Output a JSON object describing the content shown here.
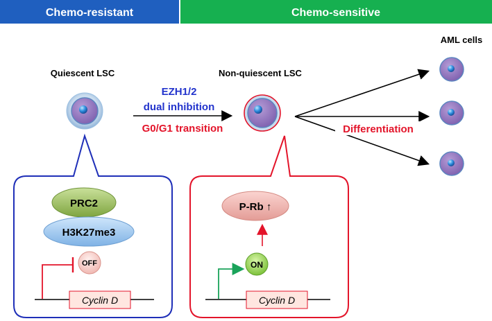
{
  "banners": {
    "resistant": {
      "label": "Chemo-resistant",
      "color": "#1f5fbf"
    },
    "sensitive": {
      "label": "Chemo-sensitive",
      "color": "#16b050"
    }
  },
  "cells": {
    "quiescent_label": "Quiescent LSC",
    "non_quiescent_label": "Non-quiescent LSC",
    "aml_label": "AML cells"
  },
  "transition": {
    "line1": "EZH1/2",
    "line2": "dual inhibition",
    "line3": "G0/G1 transition",
    "blue": "#2233cc",
    "red": "#e3142a"
  },
  "differentiation": {
    "label": "Differentiation"
  },
  "left_box": {
    "prc2": "PRC2",
    "mark": "H3K27me3",
    "state": "OFF",
    "gene": "Cyclin D"
  },
  "right_box": {
    "protein": "P-Rb ↑",
    "state": "ON",
    "gene": "Cyclin D"
  }
}
